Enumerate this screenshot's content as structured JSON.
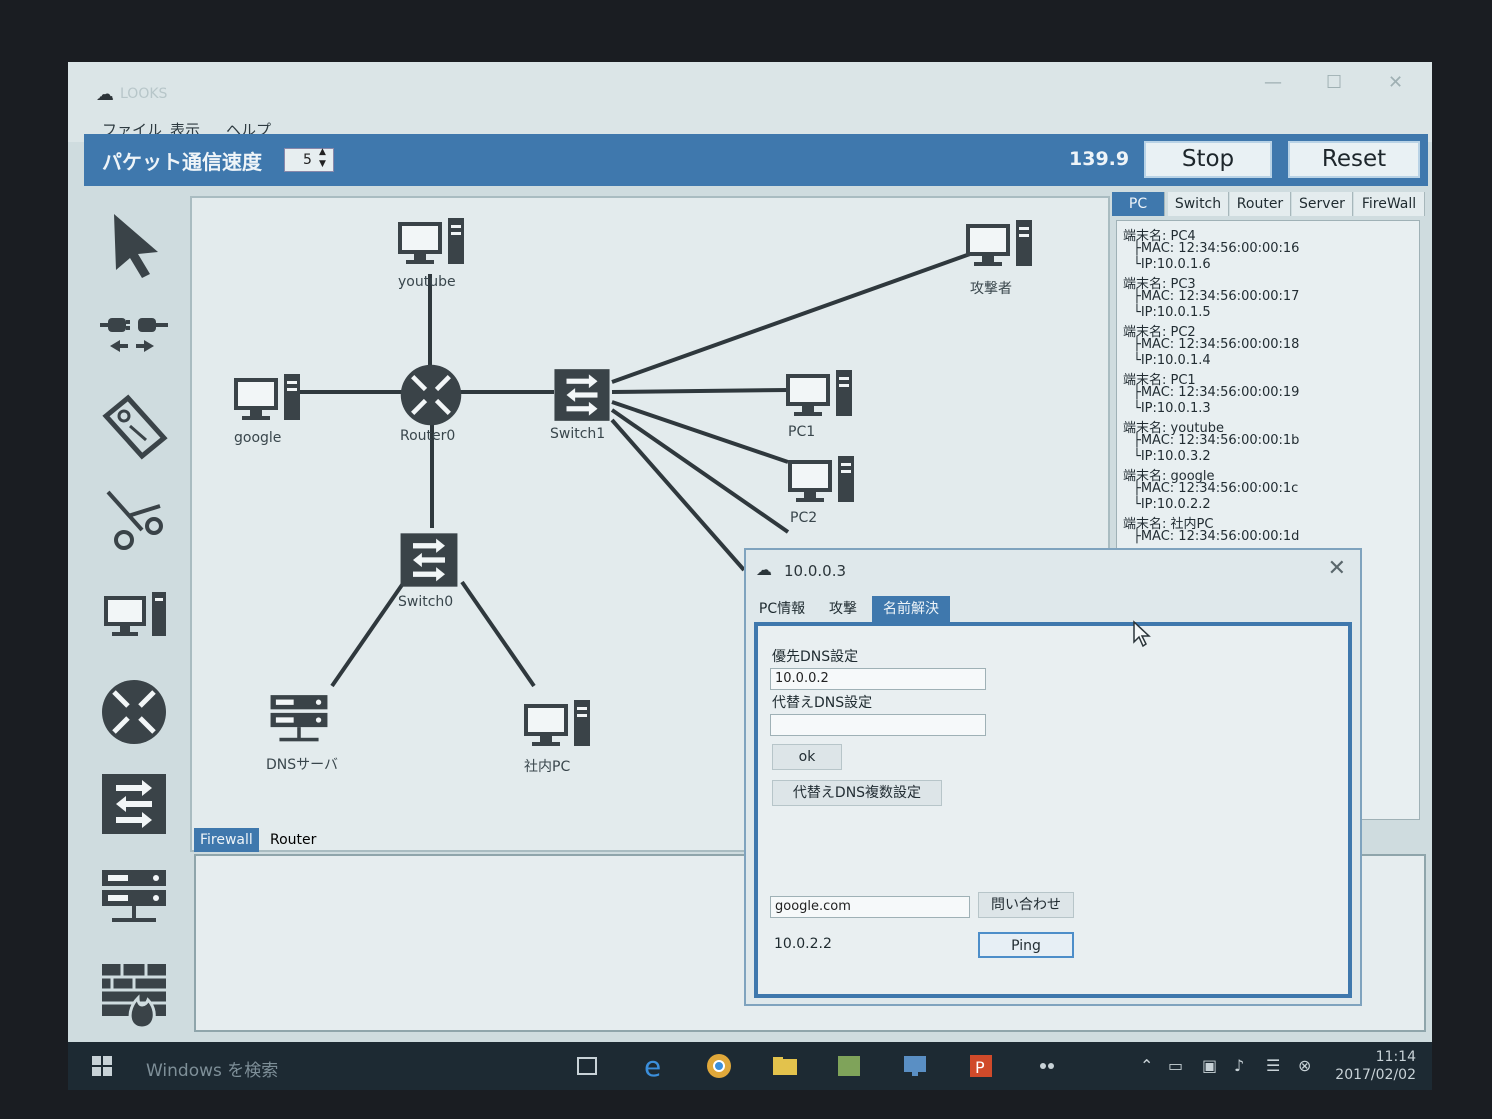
{
  "app": {
    "title": "LOOKS",
    "menu": [
      "ファイル",
      "表示",
      "ヘルプ"
    ]
  },
  "toolbar": {
    "speed_label": "パケット通信速度",
    "speed_value": "5",
    "timer": "139.9",
    "stop_label": "Stop",
    "reset_label": "Reset"
  },
  "tools": [
    "select-tool",
    "connect-tool",
    "tag-tool",
    "cut-tool",
    "pc-tool",
    "router-tool",
    "switch-tool",
    "server-tool",
    "firewall-tool"
  ],
  "network": {
    "nodes": {
      "youtube": "youtube",
      "google": "google",
      "router0": "Router0",
      "switch1": "Switch1",
      "switch0": "Switch0",
      "attacker": "攻撃者",
      "pc1": "PC1",
      "pc2": "PC2",
      "dns_server": "DNSサーバ",
      "shanai_pc": "社内PC"
    }
  },
  "right_panel": {
    "tabs": [
      "PC",
      "Switch",
      "Router",
      "Server",
      "FireWall"
    ],
    "active_tab": "PC",
    "entries": [
      {
        "name": "端末名: PC4",
        "mac": "├MAC: 12:34:56:00:00:16",
        "ip": "└IP:10.0.1.6"
      },
      {
        "name": "端末名: PC3",
        "mac": "├MAC: 12:34:56:00:00:17",
        "ip": "└IP:10.0.1.5"
      },
      {
        "name": "端末名: PC2",
        "mac": "├MAC: 12:34:56:00:00:18",
        "ip": "└IP:10.0.1.4"
      },
      {
        "name": "端末名: PC1",
        "mac": "├MAC: 12:34:56:00:00:19",
        "ip": "└IP:10.0.1.3"
      },
      {
        "name": "端末名: youtube",
        "mac": "├MAC: 12:34:56:00:00:1b",
        "ip": "└IP:10.0.3.2"
      },
      {
        "name": "端末名: google",
        "mac": "├MAC: 12:34:56:00:00:1c",
        "ip": "└IP:10.0.2.2"
      },
      {
        "name": "端末名: 社内PC",
        "mac": "├MAC: 12:34:56:00:00:1d",
        "ip": ""
      }
    ]
  },
  "bottom_tabs": [
    "Firewall",
    "Router"
  ],
  "dialog": {
    "title": "10.0.0.3",
    "tabs": [
      "PC情報",
      "攻撃",
      "名前解決"
    ],
    "active_tab": "名前解決",
    "primary_dns_label": "優先DNS設定",
    "primary_dns_value": "10.0.0.2",
    "alt_dns_label": "代替えDNS設定",
    "alt_dns_value": "",
    "ok_label": "ok",
    "multi_dns_label": "代替えDNS複数設定",
    "query_value": "google.com",
    "query_button": "問い合わせ",
    "result": "10.0.2.2",
    "ping_label": "Ping"
  },
  "taskbar": {
    "search_placeholder": "Windows を検索",
    "time": "11:14",
    "date": "2017/02/02"
  },
  "colors": {
    "accent": "#3f78ad",
    "icon": "#3a4348",
    "canvas": "#e3ebed"
  }
}
